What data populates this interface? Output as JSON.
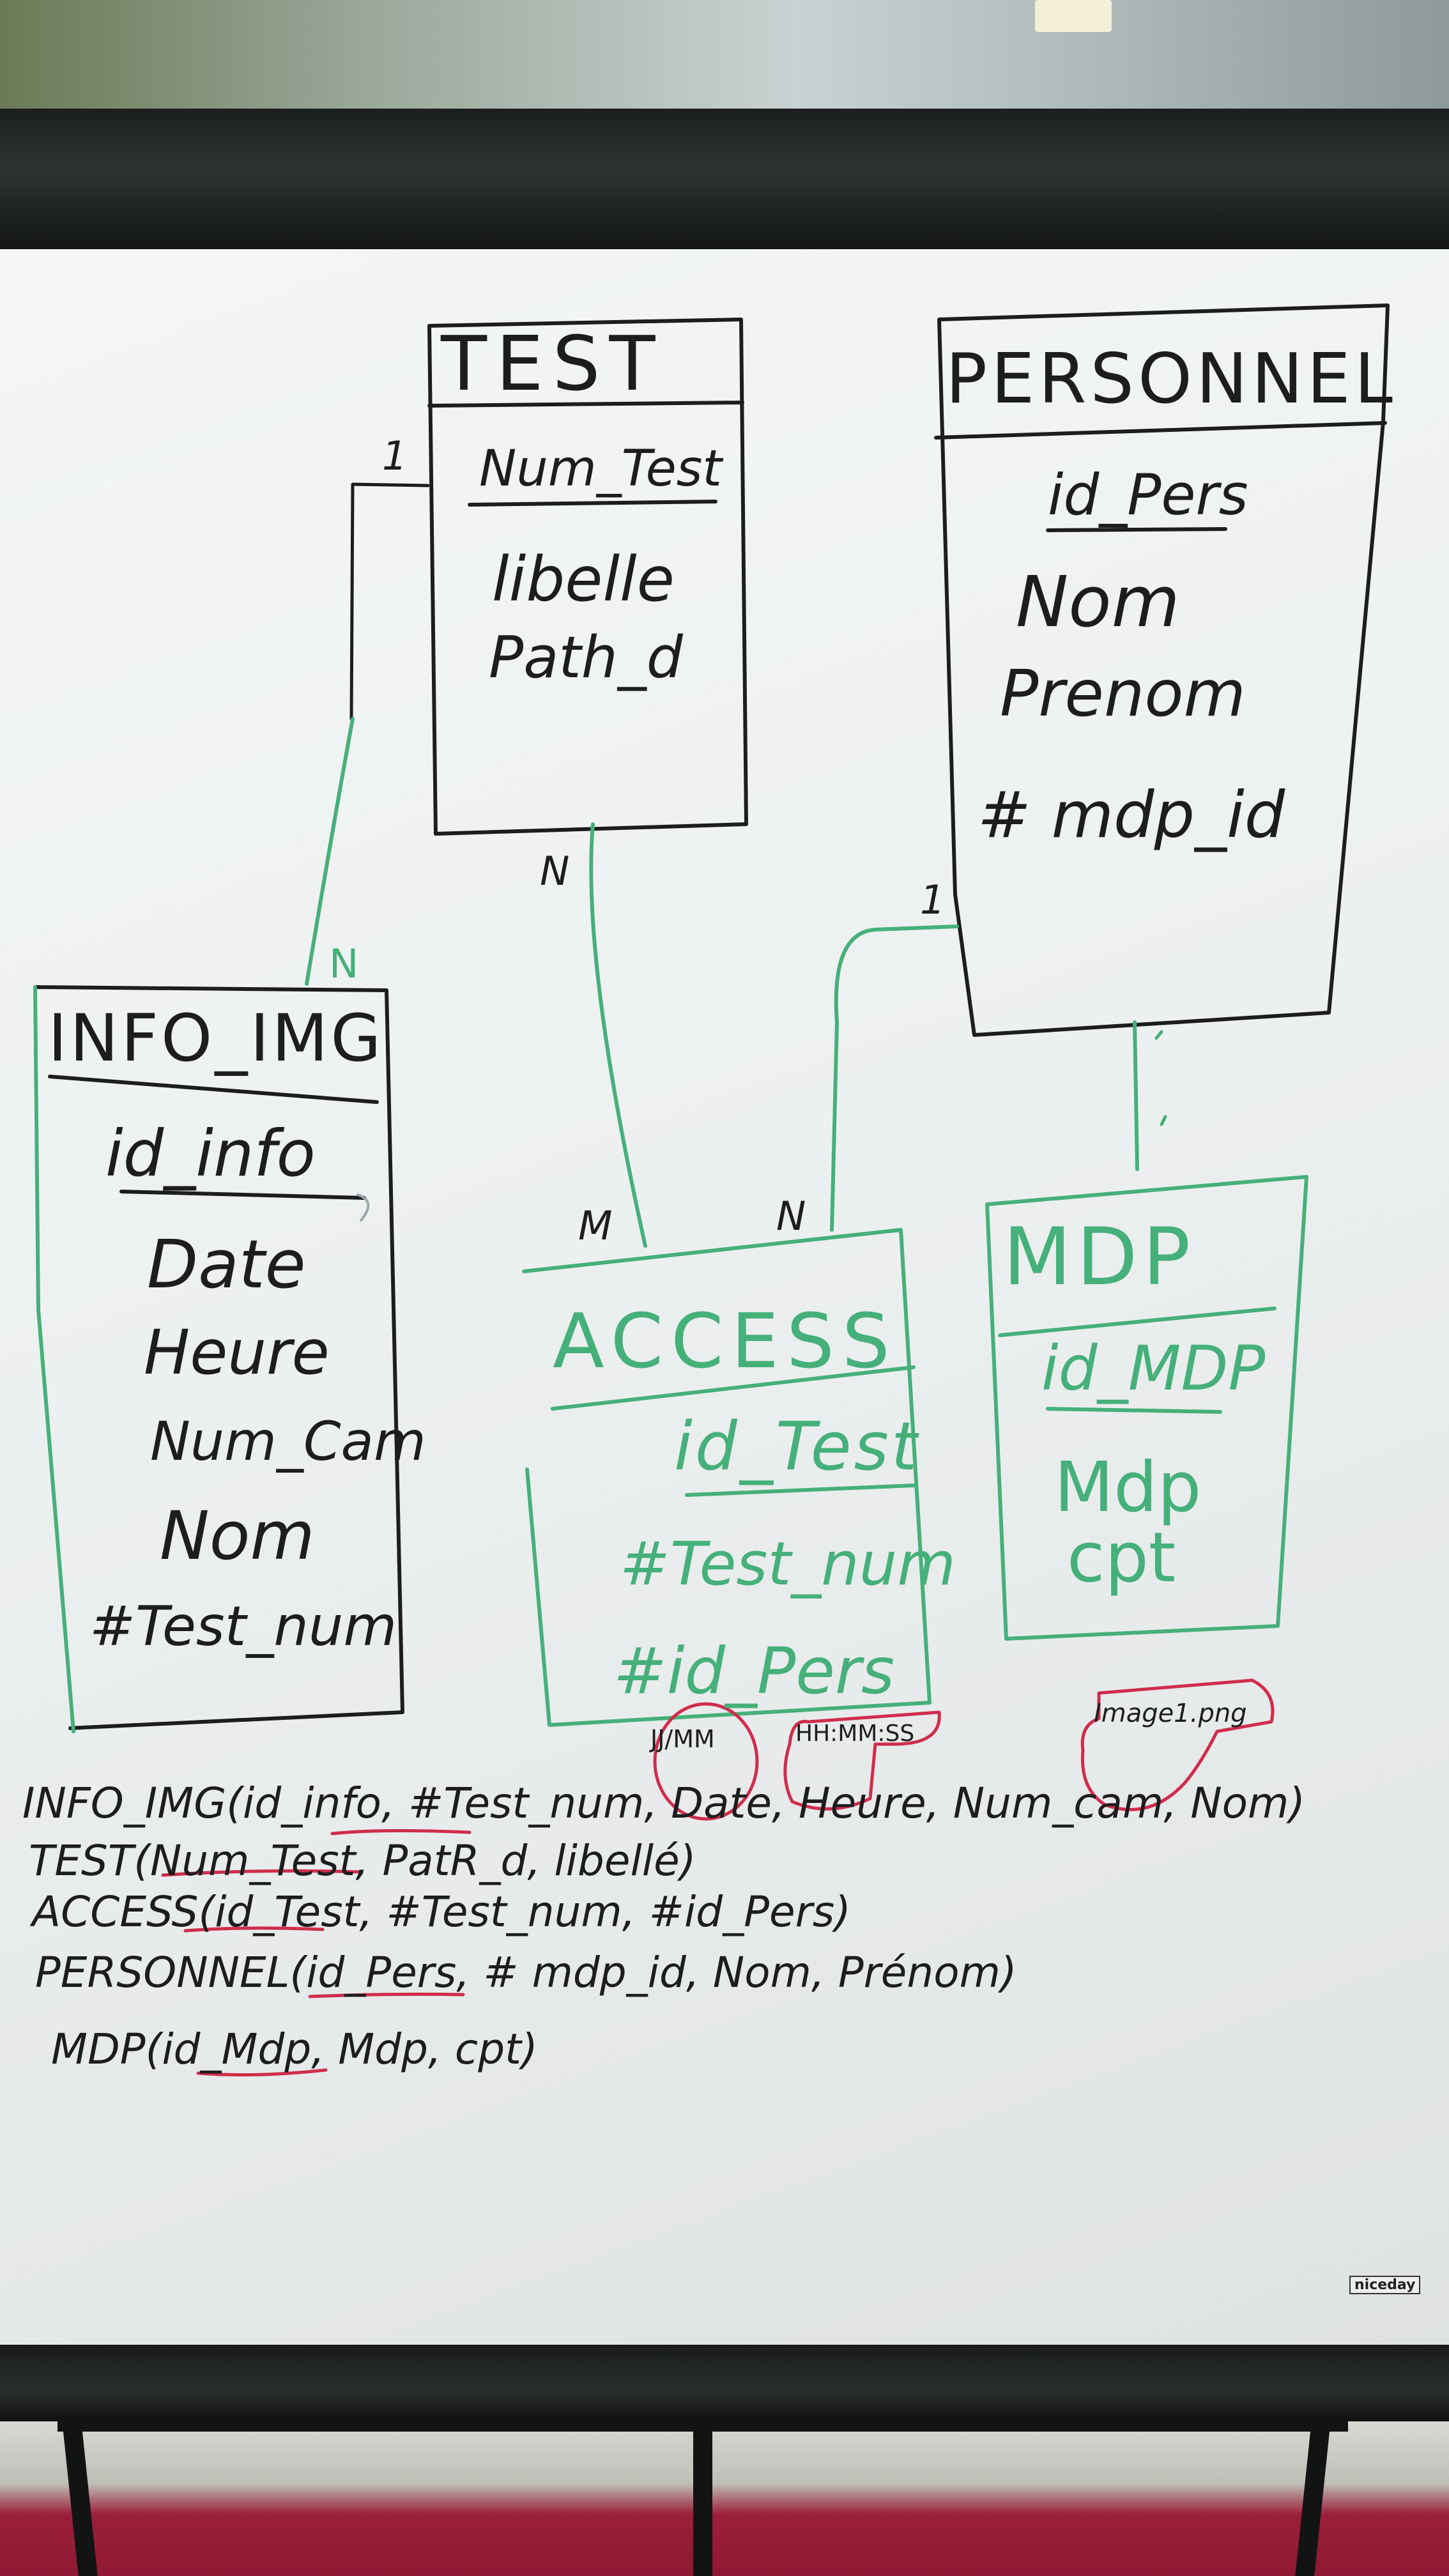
{
  "entities": {
    "test": {
      "title": "TEST",
      "key": "Num_Test",
      "attrs": [
        "libelle",
        "Path_d"
      ]
    },
    "personnel": {
      "title": "PERSONNEL",
      "key": "id_Pers",
      "attrs": [
        "Nom",
        "Prenom",
        "# mdp_id"
      ]
    },
    "info_img": {
      "title": "INFO_IMG",
      "key": "id_info",
      "attrs": [
        "Date",
        "Heure",
        "Num_Cam",
        "Nom",
        "#Test_num"
      ]
    },
    "access": {
      "title": "ACCESS",
      "key": "id_Test",
      "attrs": [
        "#Test_num",
        "#id_Pers"
      ]
    },
    "mdp": {
      "title": "MDP",
      "key": "id_MDP",
      "attrs": [
        "Mdp",
        "cpt"
      ]
    }
  },
  "cardinalities": {
    "test_info": "1",
    "info_test": "N",
    "test_access": "N",
    "access_test": "M",
    "access_pers": "N",
    "pers_access": "1"
  },
  "annotations": {
    "date_format": "JJ/MM",
    "time_format": "HH:MM:SS",
    "image_name": "Image1.png"
  },
  "relations": [
    "INFO_IMG(id_info, #Test_num, Date, Heure, Num_cam, Nom)",
    "TEST(Num_Test, PatR_d, libellé)",
    "ACCESS(id_Test, #Test_num, #id_Pers)",
    "PERSONNEL(id_Pers, # mdp_id, Nom, Prénom)",
    "MDP(id_Mdp, Mdp, cpt)"
  ],
  "brand": "niceday",
  "colors": {
    "ink_black": "#1d1d1f",
    "ink_green": "#46b07a",
    "ink_red": "#cf2d4c"
  }
}
